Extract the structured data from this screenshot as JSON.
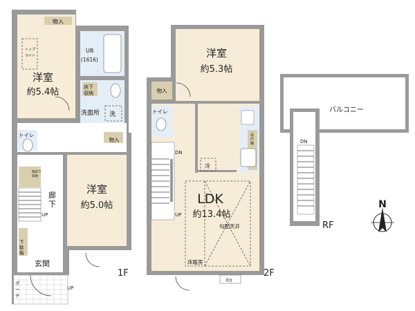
{
  "floor_1f": {
    "label": "1F",
    "bedroom_a": {
      "name": "洋室",
      "size": "約5.4帖"
    },
    "bedroom_b": {
      "name": "洋室",
      "size": "約5.0帖"
    },
    "closet_a": "物入",
    "closet_b": "物入",
    "skylight": [
      "トップ",
      "ライト"
    ],
    "bath": [
      "UB",
      "(1616)"
    ],
    "underfloor_storage": [
      "床下",
      "収納"
    ],
    "washroom": "洗面所",
    "washer": "洗",
    "toilet": "トイレ",
    "under_stair_storage": [
      "階段下",
      "収納"
    ],
    "corridor": [
      "廊",
      "下"
    ],
    "stair_up": "UP",
    "shoe_box": [
      "下",
      "駄",
      "箱"
    ],
    "entrance": "玄関",
    "porch": [
      "ポ",
      "ー",
      "チ"
    ],
    "porch_up": "UP"
  },
  "floor_2f": {
    "label": "2F",
    "bedroom": {
      "name": "洋室",
      "size": "約5.3帖"
    },
    "closet": "物入",
    "toilet": "トイレ",
    "stair_dn": "DN",
    "stair_up": "UP",
    "fridge": "冷",
    "wall_cabinet": [
      "吊",
      "戸",
      "棚"
    ],
    "ldk": {
      "name": "LDK",
      "size": "約13.4帖"
    },
    "sloped_ceiling": "勾配天井",
    "floor_heating": "床暖房",
    "flower_stand": "花台"
  },
  "roof": {
    "label": "RF",
    "balcony": "バルコニー",
    "stair_dn": "DN"
  },
  "compass": {
    "label": "N"
  },
  "colors": {
    "wall": "#9a9a9a",
    "room": "#f7ecd8",
    "wet": "#e4eef7",
    "storage": "#d9cfae"
  }
}
